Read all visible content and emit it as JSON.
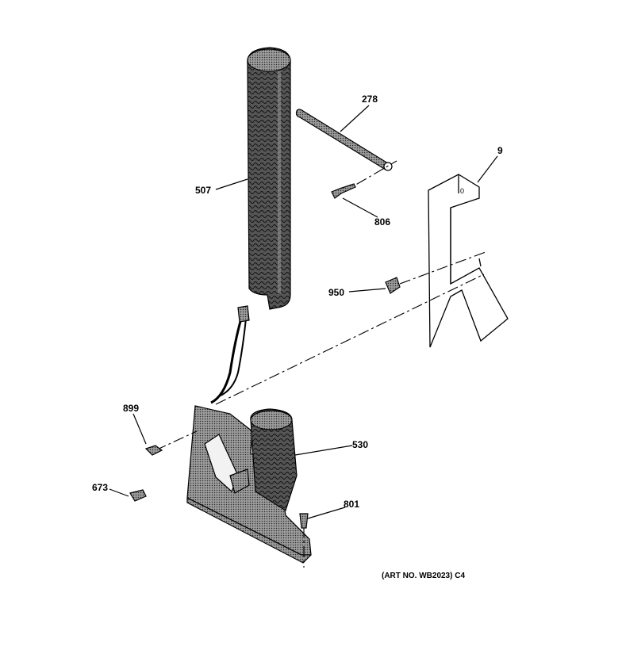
{
  "labels": {
    "p278": "278",
    "p9": "9",
    "p507": "507",
    "p806": "806",
    "p950": "950",
    "p899": "899",
    "p530": "530",
    "p673": "673",
    "p801": "801"
  },
  "art_number": "(ART NO. WB2023) C4",
  "colors": {
    "ink": "#000000",
    "shading": "#6e6e6e",
    "background": "#ffffff"
  }
}
